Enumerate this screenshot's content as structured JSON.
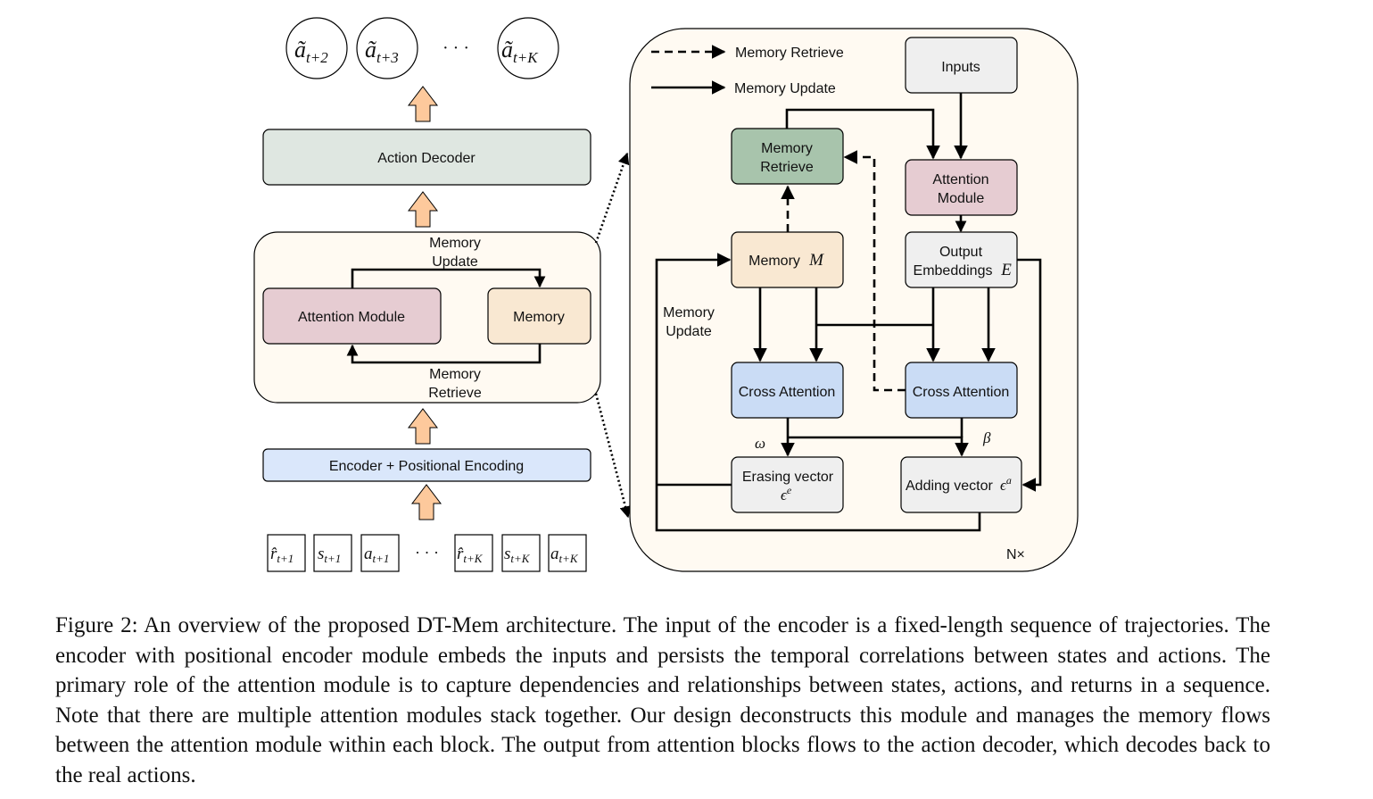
{
  "outputs": [
    {
      "base": "ã",
      "sub": "t+2"
    },
    {
      "base": "ã",
      "sub": "t+3"
    },
    {
      "base": "ã",
      "sub": "t+K"
    }
  ],
  "output_ellipsis": "· · ·",
  "left": {
    "action_decoder": "Action Decoder",
    "mem_update_line1": "Memory",
    "mem_update_line2": "Update",
    "attention_module": "Attention Module",
    "memory": "Memory",
    "mem_retrieve_line1": "Memory",
    "mem_retrieve_line2": "Retrieve",
    "encoder": "Encoder + Positional Encoding"
  },
  "tokens": [
    {
      "base": "r̂",
      "sub": "t+1"
    },
    {
      "base": "s",
      "sub": "t+1"
    },
    {
      "base": "a",
      "sub": "t+1"
    },
    {
      "base": "r̂",
      "sub": "t+K"
    },
    {
      "base": "s",
      "sub": "t+K"
    },
    {
      "base": "a",
      "sub": "t+K"
    }
  ],
  "token_ellipsis": "· · ·",
  "legend": {
    "retrieve": "Memory Retrieve",
    "update": "Memory Update"
  },
  "right": {
    "inputs": "Inputs",
    "mem_retrieve_line1": "Memory",
    "mem_retrieve_line2": "Retrieve",
    "attention_line1": "Attention",
    "attention_line2": "Module",
    "memory_label": "Memory",
    "memory_symbol": "M",
    "output_line1": "Output",
    "output_line2": "Embeddings",
    "output_symbol": "E",
    "mem_update_line1": "Memory",
    "mem_update_line2": "Update",
    "cross_attention_left": "Cross Attention",
    "cross_attention_right": "Cross Attention",
    "omega": "ω",
    "beta": "β",
    "erasing_label": "Erasing vector",
    "erasing_symbol": "ϵ",
    "erasing_sup": "e",
    "adding_label": "Adding vector",
    "adding_symbol": "ϵ",
    "adding_sup": "a",
    "repeat": "N×"
  },
  "caption": "Figure 2: An overview of the proposed DT-Mem architecture. The input of the encoder is a fixed-length sequence of trajectories. The encoder with positional encoder module embeds the inputs and persists the temporal correlations between states and actions. The primary role of the attention module is to capture dependencies and relationships between states, actions, and returns in a sequence. Note that there are multiple attention modules stack together. Our design deconstructs this module and manages the memory flows between the attention module within each block. The output from attention blocks flows to the action decoder, which decodes back to the real actions.",
  "colors": {
    "action_decoder": "#dfe7e1",
    "attention": "#e6ccd2",
    "memory": "#f9e8d2",
    "encoder": "#dae7fb",
    "cross_attention": "#cadcf5",
    "mem_retrieve": "#a8c4ac",
    "grey_box": "#efefef",
    "panel": "#fffaf2",
    "up_arrow": "#fdc99c"
  }
}
